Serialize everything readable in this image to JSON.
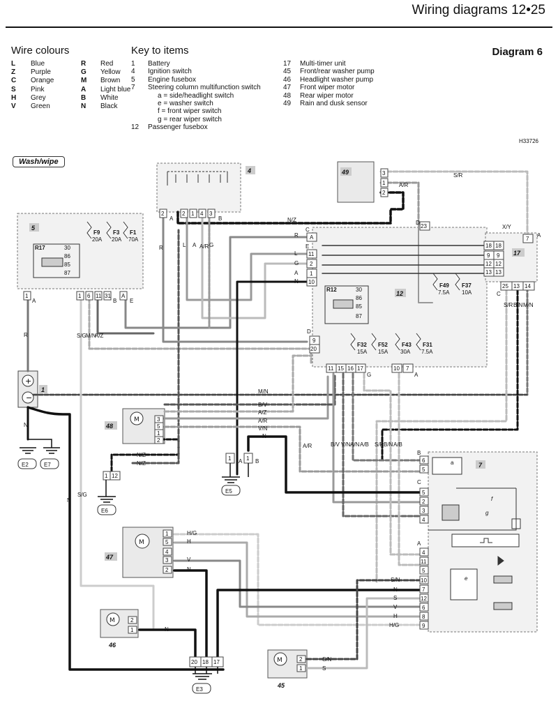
{
  "header": {
    "title": "Wiring diagrams",
    "page": "12•25"
  },
  "wire_colours": {
    "title": "Wire colours",
    "items": [
      {
        "code": "L",
        "name": "Blue",
        "code2": "R",
        "name2": "Red"
      },
      {
        "code": "Z",
        "name": "Purple",
        "code2": "G",
        "name2": "Yellow"
      },
      {
        "code": "C",
        "name": "Orange",
        "code2": "M",
        "name2": "Brown"
      },
      {
        "code": "S",
        "name": "Pink",
        "code2": "A",
        "name2": "Light blue"
      },
      {
        "code": "H",
        "name": "Grey",
        "code2": "B",
        "name2": "White"
      },
      {
        "code": "V",
        "name": "Green",
        "code2": "N",
        "name2": "Black"
      }
    ]
  },
  "key": {
    "title": "Key to items",
    "col1": [
      {
        "num": "1",
        "text": "Battery"
      },
      {
        "num": "4",
        "text": "Ignition switch"
      },
      {
        "num": "5",
        "text": "Engine fusebox"
      },
      {
        "num": "7",
        "text": "Steering column multifunction switch"
      },
      {
        "num": "",
        "text": "a = side/headlight switch"
      },
      {
        "num": "",
        "text": "e = washer switch"
      },
      {
        "num": "",
        "text": "f  = front wiper switch"
      },
      {
        "num": "",
        "text": "g = rear wiper switch"
      },
      {
        "num": "12",
        "text": "Passenger fusebox"
      }
    ],
    "col2": [
      {
        "num": "17",
        "text": "Multi-timer unit"
      },
      {
        "num": "45",
        "text": "Front/rear washer pump"
      },
      {
        "num": "46",
        "text": "Headlight washer pump"
      },
      {
        "num": "47",
        "text": "Front wiper motor"
      },
      {
        "num": "48",
        "text": "Rear wiper motor"
      },
      {
        "num": "49",
        "text": "Rain and dusk sensor"
      }
    ]
  },
  "diagram": {
    "label": "Diagram 6",
    "ref": "H33726",
    "section": "Wash/wipe"
  },
  "components": {
    "c1": "1",
    "c4": "4",
    "c5": "5",
    "c7": "7",
    "c12": "12",
    "c17": "17",
    "c45": "45",
    "c46": "46",
    "c47": "47",
    "c48": "48",
    "c49": "49"
  },
  "fuses": [
    {
      "id": "F9",
      "rating": "20A"
    },
    {
      "id": "F3",
      "rating": "20A"
    },
    {
      "id": "F1",
      "rating": "70A"
    },
    {
      "id": "F49",
      "rating": "7.5A"
    },
    {
      "id": "F37",
      "rating": "10A"
    },
    {
      "id": "F32",
      "rating": "15A"
    },
    {
      "id": "F52",
      "rating": "15A"
    },
    {
      "id": "F43",
      "rating": "30A"
    },
    {
      "id": "F31",
      "rating": "7.5A"
    }
  ],
  "relays": {
    "r17": "R17",
    "r12": "R12"
  },
  "grounds": [
    "E2",
    "E7",
    "E5",
    "E6",
    "E3"
  ],
  "wire_labels": {
    "sr": "S/R",
    "ar": "A/R",
    "nz": "N/Z",
    "r": "R",
    "l": "L",
    "g": "G",
    "a": "A",
    "n": "N",
    "xy": "X/Y",
    "mn": "M/N",
    "az": "A/Z",
    "sg": "S/G",
    "bv": "B/V",
    "vn": "V/N",
    "an": "A/N",
    "bn": "B/N",
    "ab": "A/B",
    "hg": "H/G",
    "h": "H",
    "v": "V",
    "s": "S",
    "sn": "S/N"
  }
}
